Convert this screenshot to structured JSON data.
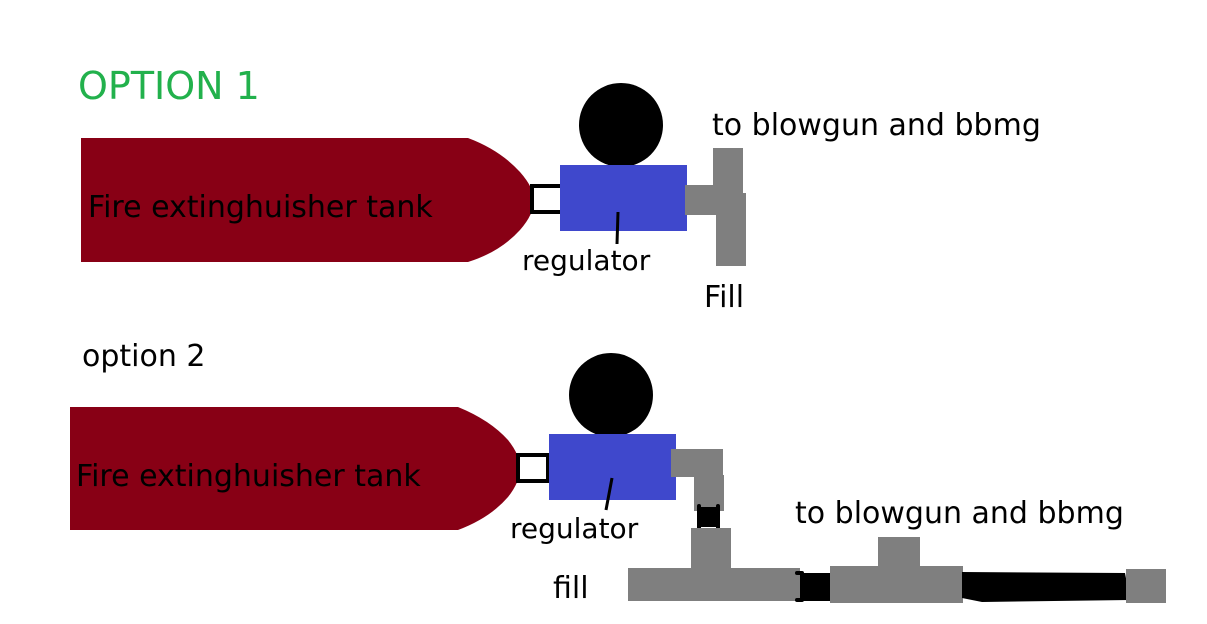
{
  "colors": {
    "tank": "#880015",
    "regulator": "#3f48cc",
    "pipe": "#7f7f7f",
    "gauge": "#000000",
    "heading1": "#22b14c",
    "text": "#000000"
  },
  "option1": {
    "heading": "OPTION 1",
    "tank_label": "Fire extinghuisher tank",
    "regulator_label": "regulator",
    "outlet_label": "to blowgun and bbmg",
    "fill_label": "Fill"
  },
  "option2": {
    "heading": "option 2",
    "tank_label": "Fire extinghuisher tank",
    "regulator_label": "regulator",
    "outlet_label": "to blowgun and bbmg",
    "fill_label": "fill"
  }
}
